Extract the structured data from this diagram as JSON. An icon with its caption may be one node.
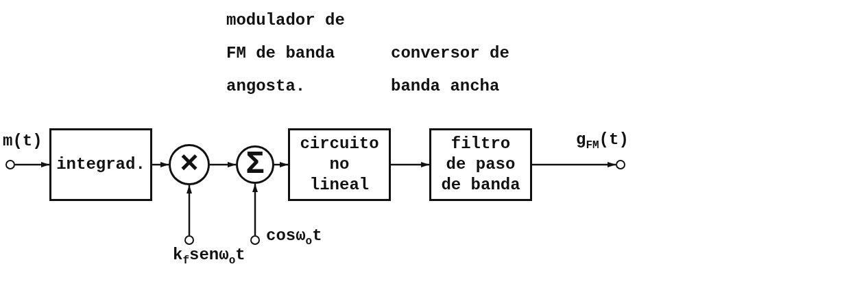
{
  "diagram": {
    "nodes": [
      {
        "text": [],
        "shape": "circle",
        "beside": [
          "m(t)"
        ]
      },
      {
        "text": [
          "integrad."
        ]
      },
      {
        "text": [
          "×"
        ]
      },
      {
        "text": [
          "Σ"
        ]
      },
      {
        "text": [
          "circuito no lineal"
        ]
      },
      {
        "text": [
          "filtro de paso de banda"
        ]
      },
      {
        "text": [],
        "shape": "circle",
        "beside": [
          "g$_{FM}$(t)"
        ]
      },
      {
        "text": [],
        "shape": "circle",
        "beside": [
          "k$_{f}$senω$_{o}$t"
        ]
      },
      {
        "text": [],
        "shape": "circle",
        "beside": [
          "cosω$_{o}$t"
        ]
      }
    ],
    "edges": [
      {
        "from": 0,
        "to": 1,
        "arrow": "to"
      },
      {
        "from": 1,
        "to": 2,
        "arrow": "to"
      },
      {
        "from": 2,
        "to": 3,
        "arrow": "to"
      },
      {
        "from": 3,
        "to": 4,
        "arrow": "to"
      },
      {
        "from": 4,
        "to": 5,
        "arrow": "to"
      },
      {
        "from": 5,
        "to": 6,
        "arrow": "to"
      },
      {
        "from": 7,
        "to": 2,
        "arrow": "to"
      },
      {
        "from": 8,
        "to": 3,
        "arrow": "to"
      }
    ],
    "labels": [
      "modulador de FM de banda angosta.",
      "conversor de banda ancha"
    ]
  }
}
